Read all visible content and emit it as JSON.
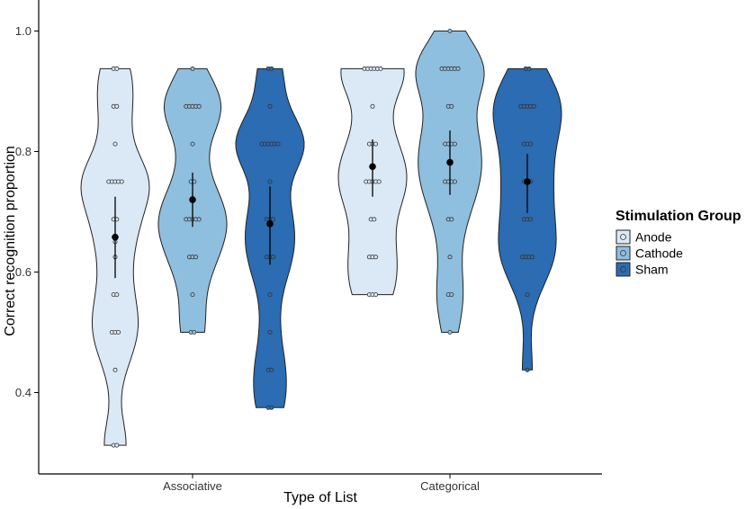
{
  "chart_data": {
    "type": "violin",
    "xlabel": "Type of List",
    "ylabel": "Correct recognition proportion",
    "categories": [
      "Associative",
      "Categorical"
    ],
    "ylim": [
      0.28,
      1.05
    ],
    "yticks": [
      "0.4",
      "0.6",
      "0.8",
      "1.0"
    ],
    "grid": false,
    "legend": {
      "title": "Stimulation Group",
      "position": "right",
      "entries": [
        "Anode",
        "Cathode",
        "Sham"
      ]
    },
    "colors": {
      "Anode": "#dbe9f6",
      "Cathode": "#8fbfdf",
      "Sham": "#2b6cb2",
      "outline": "#222222",
      "point": "#000000"
    },
    "series": [
      {
        "name": "Anode",
        "groups": [
          {
            "category": "Associative",
            "range": [
              0.3125,
              0.9375
            ],
            "mean": 0.658,
            "ci": [
              0.59,
              0.725
            ],
            "points": [
              0.9375,
              0.9375,
              0.875,
              0.875,
              0.8125,
              0.75,
              0.75,
              0.75,
              0.75,
              0.75,
              0.6875,
              0.6875,
              0.65,
              0.625,
              0.5625,
              0.5625,
              0.5,
              0.5,
              0.5,
              0.4375,
              0.3125,
              0.3125
            ]
          },
          {
            "category": "Categorical",
            "range": [
              0.5625,
              0.9375
            ],
            "mean": 0.775,
            "ci": [
              0.725,
              0.82
            ],
            "points": [
              0.9375,
              0.9375,
              0.9375,
              0.9375,
              0.9375,
              0.9375,
              0.875,
              0.8125,
              0.8125,
              0.8125,
              0.75,
              0.75,
              0.75,
              0.75,
              0.75,
              0.6875,
              0.6875,
              0.625,
              0.625,
              0.625,
              0.5625,
              0.5625,
              0.5625
            ]
          }
        ]
      },
      {
        "name": "Cathode",
        "groups": [
          {
            "category": "Associative",
            "range": [
              0.5,
              0.9375
            ],
            "mean": 0.72,
            "ci": [
              0.675,
              0.765
            ],
            "points": [
              0.9375,
              0.875,
              0.875,
              0.875,
              0.875,
              0.875,
              0.8125,
              0.75,
              0.75,
              0.6875,
              0.6875,
              0.6875,
              0.6875,
              0.6875,
              0.625,
              0.625,
              0.625,
              0.5625,
              0.5,
              0.5
            ]
          },
          {
            "category": "Categorical",
            "range": [
              0.5,
              1.0
            ],
            "mean": 0.782,
            "ci": [
              0.728,
              0.835
            ],
            "points": [
              1.0,
              0.9375,
              0.9375,
              0.9375,
              0.9375,
              0.9375,
              0.9375,
              0.875,
              0.875,
              0.8125,
              0.8125,
              0.8125,
              0.8125,
              0.75,
              0.75,
              0.75,
              0.75,
              0.6875,
              0.6875,
              0.625,
              0.5625,
              0.5625,
              0.5
            ]
          }
        ]
      },
      {
        "name": "Sham",
        "groups": [
          {
            "category": "Associative",
            "range": [
              0.375,
              0.9375
            ],
            "mean": 0.68,
            "ci": [
              0.612,
              0.742
            ],
            "points": [
              0.9375,
              0.9375,
              0.875,
              0.8125,
              0.8125,
              0.8125,
              0.8125,
              0.8125,
              0.8125,
              0.75,
              0.6875,
              0.6875,
              0.6875,
              0.625,
              0.625,
              0.625,
              0.5625,
              0.5,
              0.4375,
              0.4375,
              0.375,
              0.375
            ]
          },
          {
            "category": "Categorical",
            "range": [
              0.4375,
              0.9375
            ],
            "mean": 0.75,
            "ci": [
              0.698,
              0.796
            ],
            "points": [
              0.9375,
              0.9375,
              0.875,
              0.875,
              0.875,
              0.875,
              0.875,
              0.8125,
              0.8125,
              0.8125,
              0.75,
              0.75,
              0.75,
              0.6875,
              0.6875,
              0.6875,
              0.625,
              0.625,
              0.625,
              0.625,
              0.5625,
              0.4375
            ]
          }
        ]
      }
    ]
  }
}
